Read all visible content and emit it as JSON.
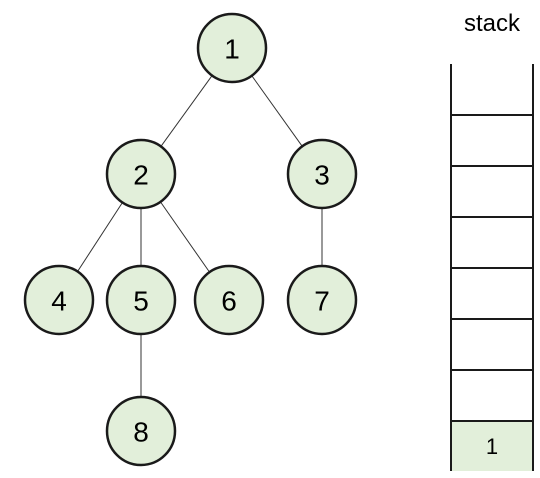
{
  "tree": {
    "nodes": [
      {
        "id": "1",
        "label": "1"
      },
      {
        "id": "2",
        "label": "2"
      },
      {
        "id": "3",
        "label": "3"
      },
      {
        "id": "4",
        "label": "4"
      },
      {
        "id": "5",
        "label": "5"
      },
      {
        "id": "6",
        "label": "6"
      },
      {
        "id": "7",
        "label": "7"
      },
      {
        "id": "8",
        "label": "8"
      }
    ],
    "edges": [
      [
        "1",
        "2"
      ],
      [
        "1",
        "3"
      ],
      [
        "2",
        "4"
      ],
      [
        "2",
        "5"
      ],
      [
        "2",
        "6"
      ],
      [
        "3",
        "7"
      ],
      [
        "5",
        "8"
      ]
    ]
  },
  "stack": {
    "title": "stack",
    "slots": [
      "",
      "",
      "",
      "",
      "",
      "",
      "1"
    ]
  },
  "colors": {
    "node_fill": "#e2efda",
    "stack_fill": "#e2efda"
  }
}
